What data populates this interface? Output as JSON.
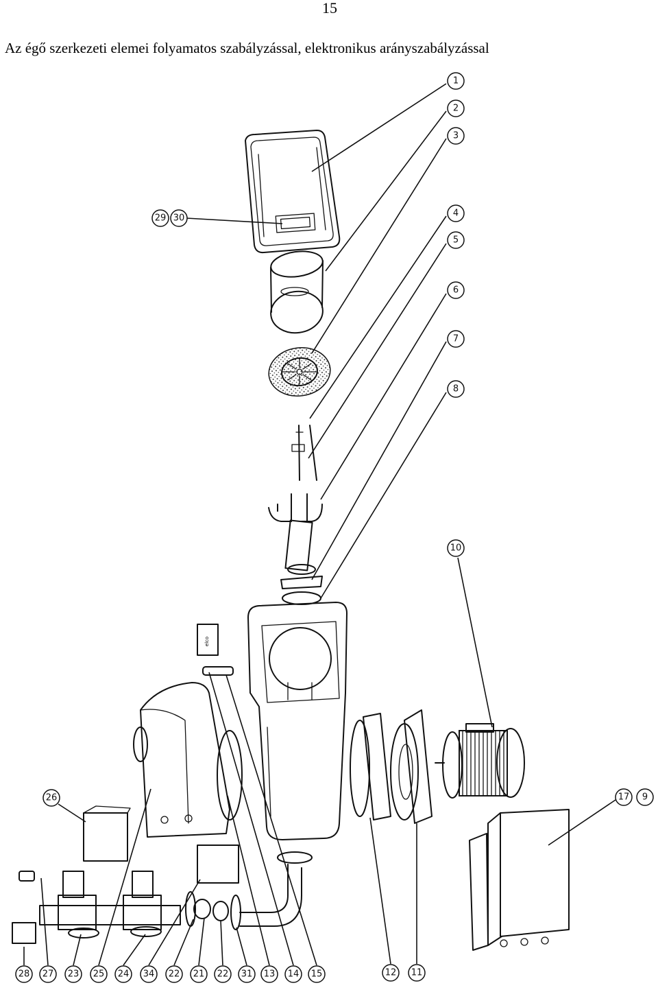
{
  "page_number": "15",
  "title": "Az égő szerkezeti elemei folyamatos szabályzással, elektronikus arányszabályzással",
  "callouts": [
    {
      "id": "1",
      "label": "1"
    },
    {
      "id": "2",
      "label": "2"
    },
    {
      "id": "3",
      "label": "3"
    },
    {
      "id": "29",
      "label": "29"
    },
    {
      "id": "30",
      "label": "30"
    },
    {
      "id": "4",
      "label": "4"
    },
    {
      "id": "5",
      "label": "5"
    },
    {
      "id": "6",
      "label": "6"
    },
    {
      "id": "7",
      "label": "7"
    },
    {
      "id": "8",
      "label": "8"
    },
    {
      "id": "10",
      "label": "10"
    },
    {
      "id": "26",
      "label": "26"
    },
    {
      "id": "17",
      "label": "17"
    },
    {
      "id": "9",
      "label": "9"
    },
    {
      "id": "28",
      "label": "28"
    },
    {
      "id": "27",
      "label": "27"
    },
    {
      "id": "23",
      "label": "23"
    },
    {
      "id": "25",
      "label": "25"
    },
    {
      "id": "24",
      "label": "24"
    },
    {
      "id": "34",
      "label": "34"
    },
    {
      "id": "22a",
      "label": "22"
    },
    {
      "id": "21",
      "label": "21"
    },
    {
      "id": "22b",
      "label": "22"
    },
    {
      "id": "31",
      "label": "31"
    },
    {
      "id": "13",
      "label": "13"
    },
    {
      "id": "14",
      "label": "14"
    },
    {
      "id": "15",
      "label": "15"
    },
    {
      "id": "12",
      "label": "12"
    },
    {
      "id": "11",
      "label": "11"
    }
  ],
  "controller_label": "elco"
}
